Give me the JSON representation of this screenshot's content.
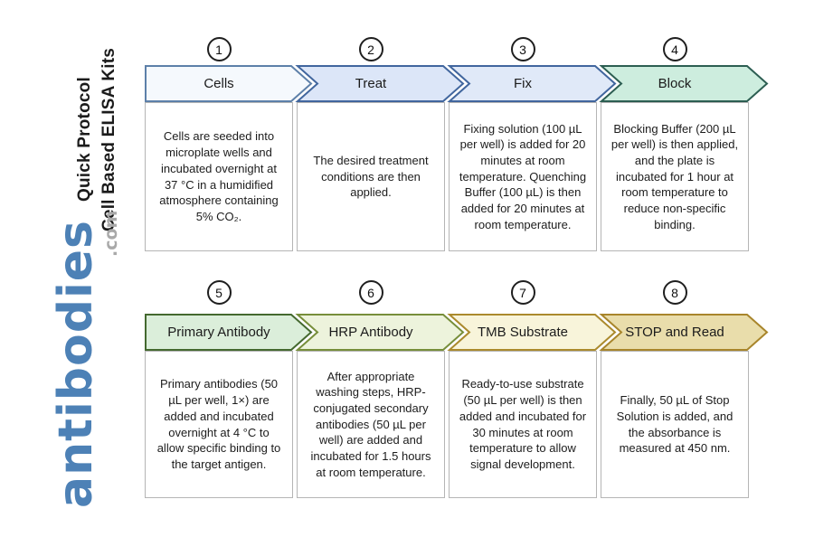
{
  "branding": {
    "title_line1": "Cell Based ELISA Kits",
    "title_line2": "Quick Protocol",
    "logo_text": "antibodies",
    "logo_suffix": ".com",
    "logo_color": "#4d81b6",
    "logo_suffix_color": "#a9a9a9"
  },
  "steps": [
    {
      "number": "1",
      "label": "Cells",
      "description": "Cells are seeded into microplate wells and incubated overnight at 37 °C in a humidified atmosphere containing 5% CO₂.",
      "fill": "#f5f9fd",
      "stroke": "#5d80a9"
    },
    {
      "number": "2",
      "label": "Treat",
      "description": "The desired treatment conditions are then applied.",
      "fill": "#dce6f8",
      "stroke": "#41669e"
    },
    {
      "number": "3",
      "label": "Fix",
      "description": "Fixing solution (100 µL per well) is added for 20 minutes at room temperature. Quenching Buffer (100 µL) is then added for 20 minutes at room temperature.",
      "fill": "#e0e9f8",
      "stroke": "#41669e"
    },
    {
      "number": "4",
      "label": "Block",
      "description": "Blocking Buffer (200 µL per well) is then applied, and the plate is incubated for 1 hour at room temperature to reduce non-specific binding.",
      "fill": "#cdedde",
      "stroke": "#2c5e52"
    },
    {
      "number": "5",
      "label": "Primary Antibody",
      "description": "Primary antibodies (50 µL per well, 1×) are added and incubated overnight at 4 °C to allow specific binding to the target antigen.",
      "fill": "#dbeeda",
      "stroke": "#44692f"
    },
    {
      "number": "6",
      "label": "HRP Antibody",
      "description": "After appropriate washing steps, HRP-conjugated secondary antibodies (50 µL per well) are added and incubated for 1.5 hours at room temperature.",
      "fill": "#edf3dc",
      "stroke": "#778e3a"
    },
    {
      "number": "7",
      "label": "TMB Substrate",
      "description": "Ready-to-use substrate (50 µL per well) is then added and incubated for 30 minutes at room temperature to allow signal development.",
      "fill": "#f8f4da",
      "stroke": "#ab8a2d"
    },
    {
      "number": "8",
      "label": "STOP and Read",
      "description": "Finally, 50 µL of Stop Solution is added, and the absorbance is measured at 450 nm.",
      "fill": "#e9ddab",
      "stroke": "#a8852b"
    }
  ]
}
